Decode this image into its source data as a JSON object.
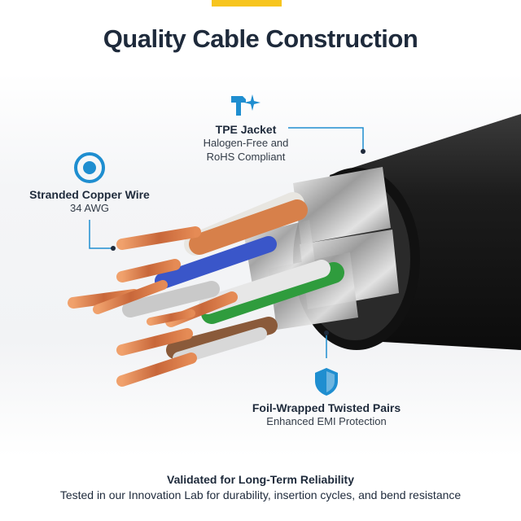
{
  "page": {
    "title": "Quality Cable Construction"
  },
  "callouts": {
    "jacket": {
      "title": "TPE Jacket",
      "line1": "Halogen-Free and",
      "line2": "RoHS Compliant",
      "icon": "hammer-sparkle-icon"
    },
    "copper": {
      "title": "Stranded Copper Wire",
      "sub": "34 AWG",
      "icon": "target-icon"
    },
    "foil": {
      "title": "Foil-Wrapped Twisted Pairs",
      "sub": "Enhanced EMI Protection",
      "icon": "shield-icon"
    }
  },
  "footer": {
    "title": "Validated for Long-Term Reliability",
    "sub": "Tested in our Innovation Lab for durability, insertion cycles, and bend resistance"
  },
  "colors": {
    "accent_yellow": "#f7c51e",
    "icon_blue": "#1f8ed0",
    "line_blue": "#1f8ed0",
    "text_dark": "#1e2a3b"
  }
}
